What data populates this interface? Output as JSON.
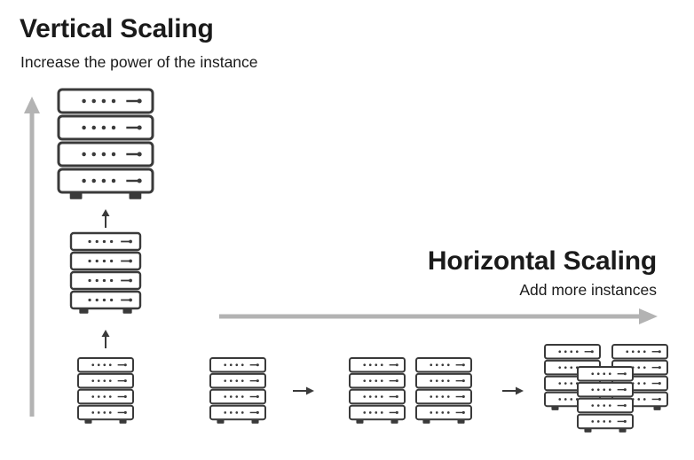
{
  "vertical": {
    "title": "Vertical Scaling",
    "subtitle": "Increase the power of the instance"
  },
  "horizontal": {
    "title": "Horizontal Scaling",
    "subtitle": "Add more instances"
  },
  "colors": {
    "ink": "#3a3a3a",
    "arrow_gray": "#b3b3b3",
    "background": "#ffffff"
  },
  "icons": [
    "server-rack-icon",
    "arrow-up-icon",
    "arrow-right-icon"
  ]
}
